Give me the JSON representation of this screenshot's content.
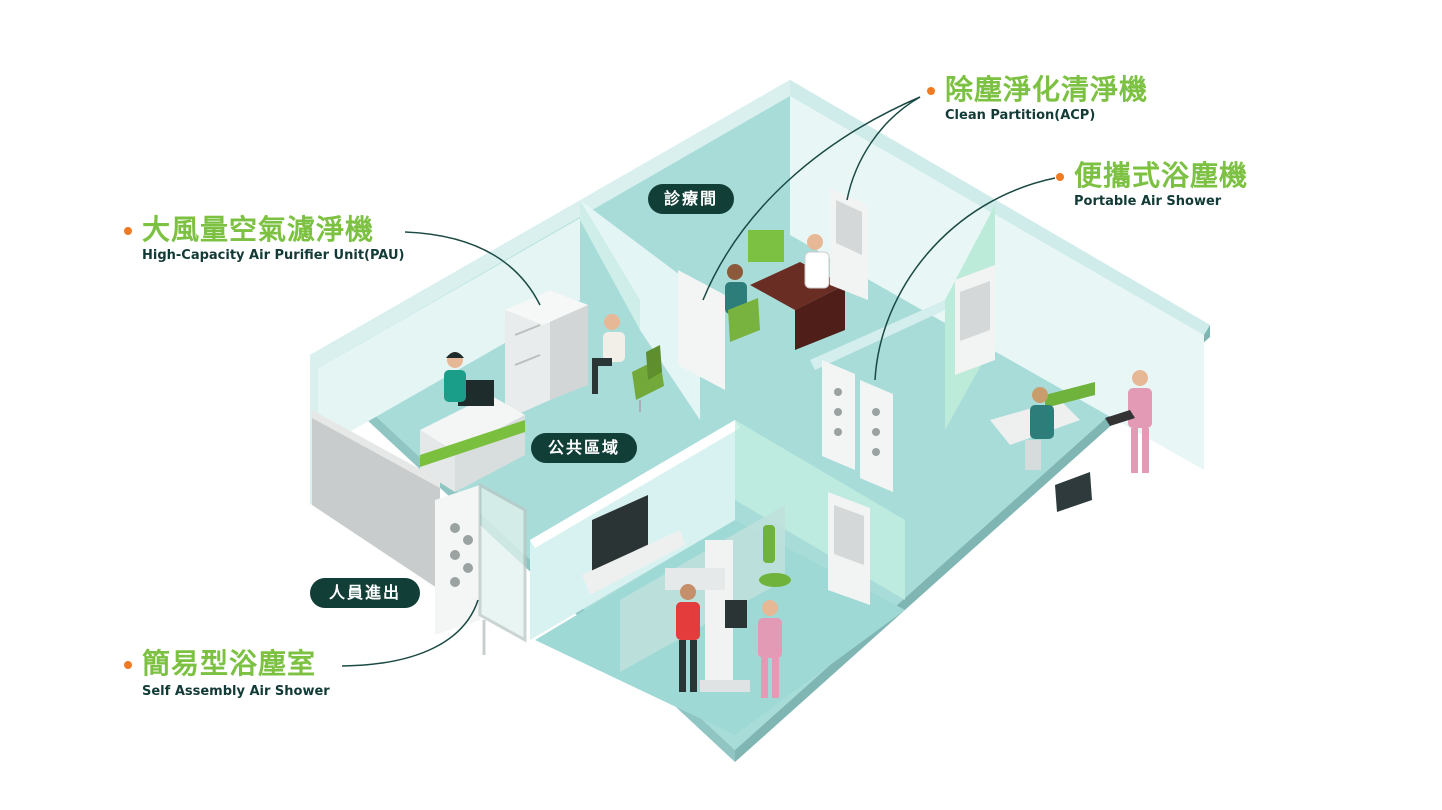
{
  "colors": {
    "label_green": "#7cc142",
    "dot_orange": "#f07b22",
    "text_dark": "#123a36",
    "tag_bg": "#123e38",
    "floor": "#a5dbd8",
    "wall": "#d9f0ef",
    "wall_edge": "#c5e3e1"
  },
  "callouts": {
    "pau": {
      "zh": "大風量空氣濾淨機",
      "en": "High-Capacity Air Purifier Unit(PAU)"
    },
    "acp": {
      "zh": "除塵淨化清淨機",
      "en": "Clean Partition(ACP)"
    },
    "portable": {
      "zh": "便攜式浴塵機",
      "en": "Portable Air Shower"
    },
    "self_assembly": {
      "zh": "簡易型浴塵室",
      "en": "Self Assembly Air Shower"
    }
  },
  "rooms": {
    "consult": "診療間",
    "public": "公共區域",
    "entry": "人員進出"
  }
}
